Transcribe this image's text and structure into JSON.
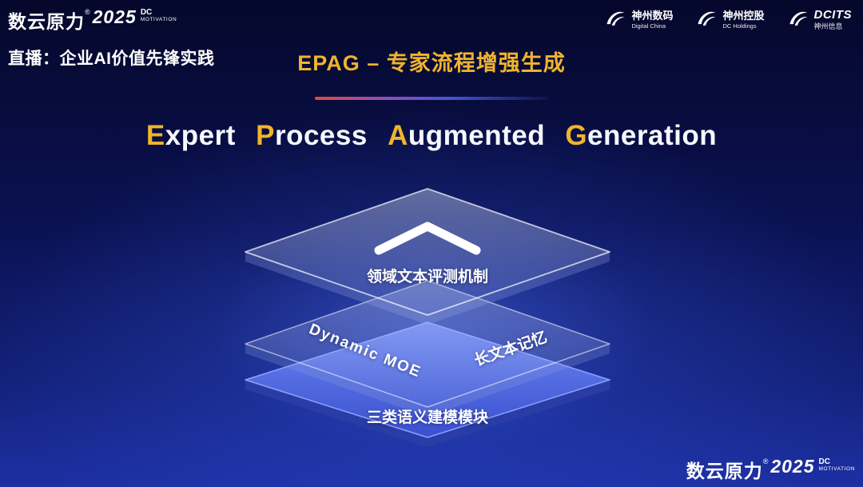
{
  "brand": {
    "name": "数云原力",
    "reg": "®",
    "year": "2025",
    "sub1": "DC",
    "sub2": "MOTIVATION"
  },
  "header": {
    "live_label": "直播：企业AI价值先锋实践",
    "slide_title": "EPAG – 专家流程增强生成",
    "logos": [
      {
        "name": "神州数码",
        "sub": "Digital China"
      },
      {
        "name": "神州控股",
        "sub": "DC Holdings"
      },
      {
        "name": "DCITS",
        "sub": "神州信息"
      }
    ]
  },
  "main": {
    "title_words": [
      {
        "first": "E",
        "rest": "xpert"
      },
      {
        "first": "P",
        "rest": "rocess"
      },
      {
        "first": "A",
        "rest": "ugmented"
      },
      {
        "first": "G",
        "rest": "eneration"
      }
    ]
  },
  "diagram": {
    "top_layer_label": "领域文本评测机制",
    "middle_layer_left_label": "Dynamic MOE",
    "middle_layer_right_label": "长文本记忆",
    "bottom_layer_label": "三类语义建模模块"
  },
  "colors": {
    "accent_gold": "#f0b42c",
    "bottom_layer_blue": "#4a63e0",
    "divider_red": "#e5483b",
    "background_dark": "#05082b",
    "background_light": "#1d30a4"
  }
}
